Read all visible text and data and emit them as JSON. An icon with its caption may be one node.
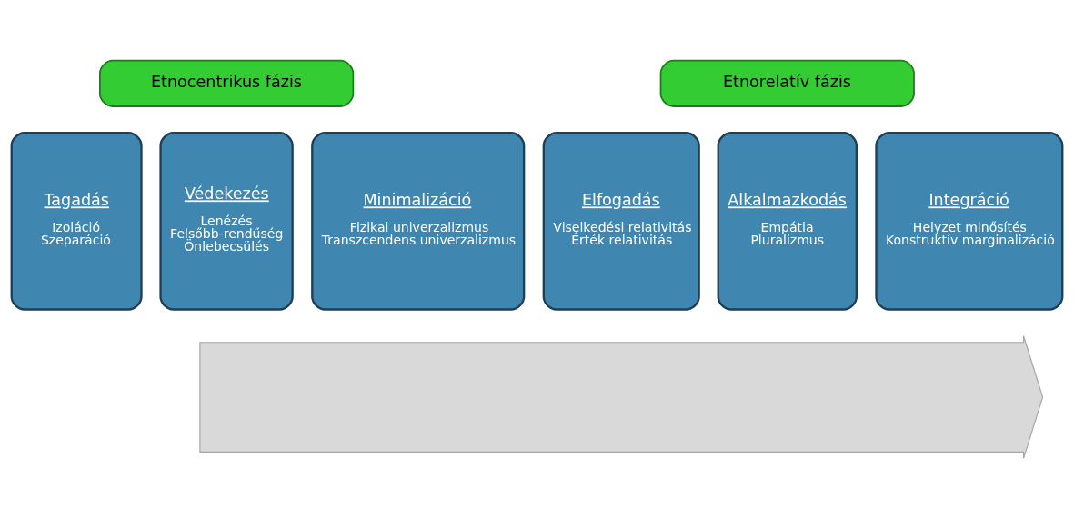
{
  "diagram": {
    "nodes": [
      {
        "text": [
          "Etnocentrikus fázis"
        ]
      },
      {
        "text": [
          "Etnorelatív fázis"
        ]
      },
      {
        "text": [
          "Tagadás",
          "Izoláció",
          "Szeparáció"
        ]
      },
      {
        "text": [
          "Védekezés",
          "Lenézés",
          "Felsőbb-rendűség",
          "Önlebecsülés"
        ]
      },
      {
        "text": [
          "Minimalizáció",
          "Fizikai univerzalizmus",
          "Transzcendens univerzalizmus"
        ]
      },
      {
        "text": [
          "Elfogadás",
          "Viselkedési relativitás",
          "Érték relativitás"
        ]
      },
      {
        "text": [
          "Alkalmazkodás",
          "Empátia",
          "Pluralizmus"
        ]
      },
      {
        "text": [
          "Integráció",
          "Helyzet minősítés",
          "Konstruktív marginalizáció"
        ]
      },
      {
        "text": [],
        "shape": "arrow"
      }
    ]
  }
}
